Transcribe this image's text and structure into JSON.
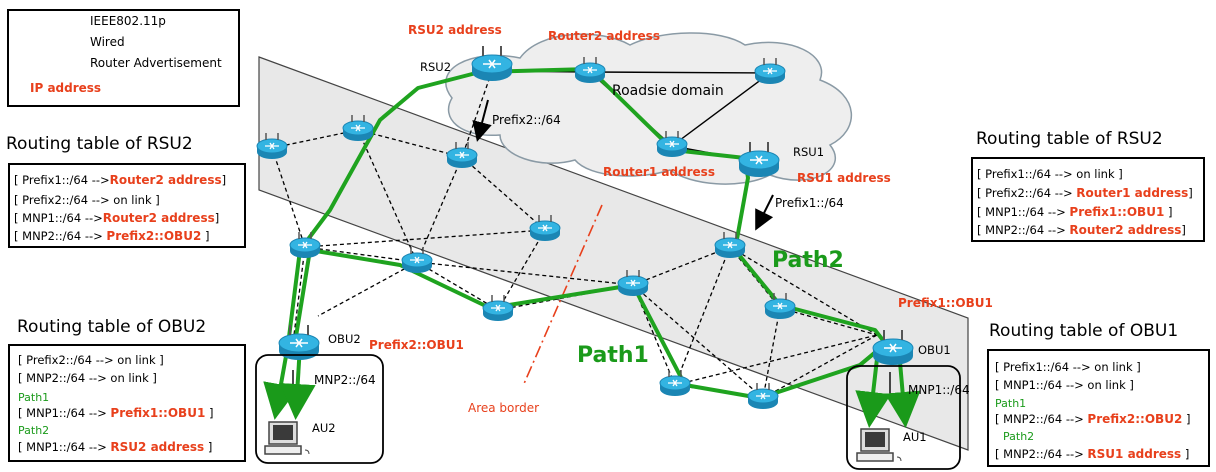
{
  "legend": {
    "wireless": "IEEE802.11p",
    "wired": "Wired",
    "ra": "Router Advertisement",
    "ip": "IP address"
  },
  "domain_label": "Roadsie domain",
  "devices": {
    "rsu2": "RSU2",
    "rsu1": "RSU1",
    "obu2": "OBU2",
    "obu1": "OBU1",
    "au2": "AU2",
    "au1": "AU1"
  },
  "addresses": {
    "rsu2_addr": "RSU2 address",
    "router2_addr": "Router2 address",
    "router1_addr": "Router1 address",
    "rsu1_addr": "RSU1 address",
    "prefix2_obu1": "Prefix2::OBU1",
    "prefix1_obu1": "Prefix1::OBU1"
  },
  "prefixes": {
    "p2": "Prefix2::/64",
    "p1": "Prefix1::/64",
    "mnp2": "MNP2::/64",
    "mnp1": "MNP1::/64"
  },
  "paths": {
    "path1": "Path1",
    "path2": "Path2"
  },
  "area_border": "Area border",
  "tables": {
    "rsu2_left": {
      "title": "Routing table of RSU2",
      "rows": [
        {
          "a": "[ Prefix1::/64 -->",
          "b": "Router2 address",
          "c": "]"
        },
        {
          "a": "[ Prefix2::/64 --> on link ]",
          "b": "",
          "c": ""
        },
        {
          "a": "[ MNP1::/64 -->",
          "b": "Router2 address",
          "c": "]"
        },
        {
          "a": "[ MNP2::/64 -->",
          "b": "Prefix2::OBU2",
          "c": "]"
        }
      ]
    },
    "rsu2_right": {
      "title": "Routing table of RSU2",
      "rows": [
        {
          "a": "[ Prefix1::/64 --> on link ]",
          "b": "",
          "c": ""
        },
        {
          "a": "[ Prefix2::/64 -->",
          "b": "Router1 address",
          "c": "]"
        },
        {
          "a": "[ MNP1::/64 -->",
          "b": "Prefix1::OBU1",
          "c": "]"
        },
        {
          "a": "[ MNP2::/64 -->",
          "b": "Router2 address",
          "c": "]"
        }
      ]
    },
    "obu2": {
      "title": "Routing table of OBU2",
      "rows": [
        {
          "a": "[ Prefix2::/64 --> on link ]",
          "b": "",
          "c": ""
        },
        {
          "a": "[ MNP2::/64 --> on link ]",
          "b": "",
          "c": ""
        },
        {
          "g": "Path1"
        },
        {
          "a": "[ MNP1::/64 -->",
          "b": "Prefix1::OBU1",
          "c": "]"
        },
        {
          "g": "Path2"
        },
        {
          "a": "[ MNP1::/64 -->",
          "b": "RSU2 address",
          "c": "]"
        }
      ]
    },
    "obu1": {
      "title": "Routing table of OBU1",
      "rows": [
        {
          "a": "[ Prefix1::/64 --> on link ]",
          "b": "",
          "c": ""
        },
        {
          "a": "[ MNP1::/64 --> on link ]",
          "b": "",
          "c": ""
        },
        {
          "g": "Path1"
        },
        {
          "a": "[ MNP2::/64 -->",
          "b": "Prefix2::OBU2",
          "c": "]"
        },
        {
          "g": "Path2"
        },
        {
          "a": "[ MNP2::/64 -->",
          "b": "RSU1 address",
          "c": "]"
        }
      ]
    }
  },
  "colors": {
    "accent_red": "#e8401c",
    "path_green": "#1a9a1a",
    "router_blue": "#2aa7d8"
  }
}
